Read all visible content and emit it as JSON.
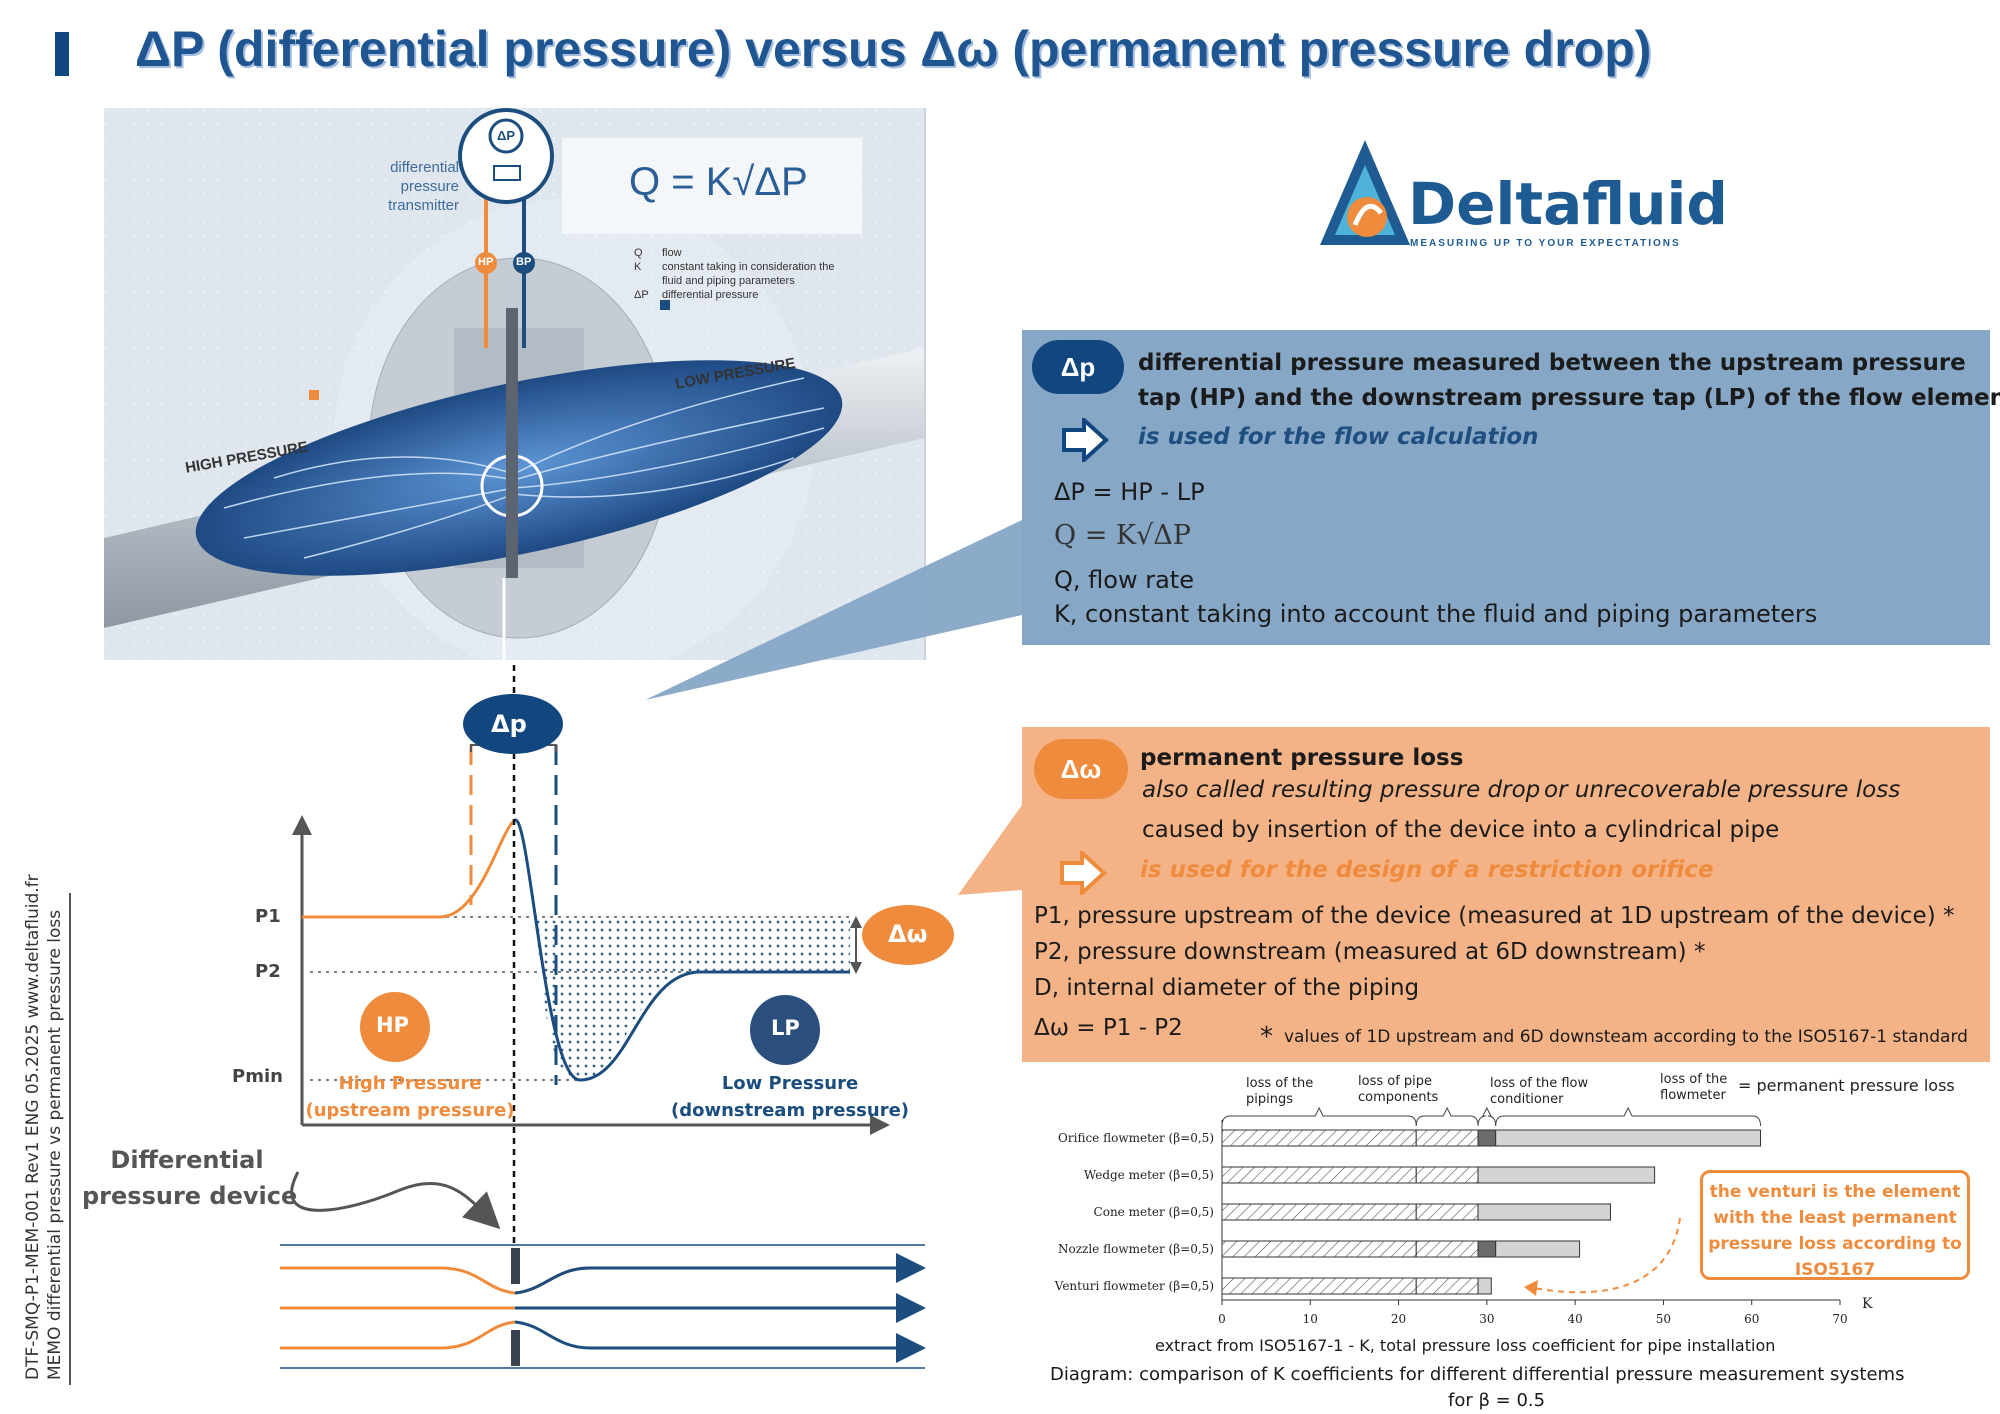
{
  "title": "ΔP (differential pressure) versus  Δω (permanent pressure drop)",
  "photo": {
    "transmitter_label_1": "differential",
    "transmitter_label_2": "pressure",
    "transmitter_label_3": "transmitter",
    "transmitter_symbol": "ΔP",
    "hp_tag": "HP",
    "bp_tag": "BP",
    "formula": "Q = K√ΔP",
    "legend_q_key": "Q",
    "legend_q_val": "flow",
    "legend_k_key": "K",
    "legend_k_val_1": "constant taking in consideration the",
    "legend_k_val_2": "fluid and piping parameters",
    "legend_dp_key": "ΔP",
    "legend_dp_val": "differential pressure",
    "high_pressure": "HIGH PRESSURE",
    "low_pressure": "LOW PRESSURE"
  },
  "logo": {
    "name": "Deltafluid",
    "tagline": "MEASURING UP TO YOUR EXPECTATIONS"
  },
  "dp_panel": {
    "pill": "Δp",
    "heading_1": "differential pressure measured between the upstream pressure",
    "heading_2": "tap (HP) and the downstream pressure tap (LP) of the flow element",
    "usage": "is used for the flow calculation",
    "eq1": "ΔP = HP - LP",
    "eq2": "Q = K√ΔP",
    "q_def": "Q, flow rate",
    "k_def": "K, constant taking into account the fluid and piping parameters"
  },
  "dw_panel": {
    "pill": "Δω",
    "heading": "permanent pressure loss",
    "alt_1": "also called resulting pressure drop",
    "alt_2": "or unrecoverable pressure loss",
    "cause": "caused by insertion of the device into a cylindrical pipe",
    "usage": "is used for the design of a restriction orifice",
    "p1_def": "P1, pressure upstream of the device (measured at 1D upstream of the device) *",
    "p2_def": "P2, pressure downstream (measured at 6D downstream) *",
    "d_def": "D, internal diameter of the piping",
    "eq": "Δω = P1 - P2",
    "footnote_star": "*",
    "footnote": "values of 1D upstream and 6D downsteam according to the ISO5167-1 standard"
  },
  "profile": {
    "dp_pill": "Δp",
    "dw_pill": "Δω",
    "p1": "P1",
    "p2": "P2",
    "pmin": "Pmin",
    "hp_circle": "HP",
    "lp_circle": "LP",
    "hp_label_1": "High Pressure",
    "hp_label_2": "(upstream pressure)",
    "lp_label_1": "Low Pressure",
    "lp_label_2": "(downstream pressure)",
    "device_1": "Differential",
    "device_2": "pressure device",
    "colors": {
      "hp": "#ef8b3c",
      "lp": "#1b4d7e",
      "dp_pill": "#12467f"
    }
  },
  "side_text": {
    "line1": "DTF-SMQ-P1-MEM-001 Rev1 ENG 05.2025       www.deltafluid.fr",
    "line2": "MEMO differential pressure vs permanent pressure loss"
  },
  "chart_data": {
    "type": "bar",
    "stacked": true,
    "orientation": "horizontal",
    "categories": [
      "Orifice flowmeter  (β=0,5)",
      "Wedge meter  (β=0,5)",
      "Cone meter  (β=0,5)",
      "Nozzle flowmeter  (β=0,5)",
      "Venturi flowmeter  (β=0,5)"
    ],
    "series": [
      {
        "name": "loss of the pipings",
        "values": [
          22,
          22,
          22,
          22,
          22
        ]
      },
      {
        "name": "loss of pipe components",
        "values": [
          7,
          7,
          7,
          7,
          7
        ]
      },
      {
        "name": "loss of the flow conditioner",
        "values": [
          2,
          0,
          0,
          2,
          0
        ]
      },
      {
        "name": "loss of the flowmeter",
        "values": [
          30,
          20,
          15,
          9.5,
          1.5
        ]
      }
    ],
    "total_label": "= permanent pressure loss",
    "xlabel": "K",
    "xlim": [
      0,
      70
    ],
    "xticks": [
      0,
      10,
      20,
      30,
      40,
      50,
      60,
      70
    ],
    "caption_1": "extract from ISO5167-1 -  K, total pressure loss coefficient for pipe installation",
    "caption_2": "Diagram: comparison of K coefficients for different differential pressure measurement systems",
    "caption_3": "for β = 0.5",
    "note": "the venturi is the element with the least permanent pressure loss according to ISO5167",
    "colors": {
      "hatch": "#ffffff",
      "conditioner": "#6b6b6b",
      "flowmeter": "#d4d4d4"
    }
  }
}
